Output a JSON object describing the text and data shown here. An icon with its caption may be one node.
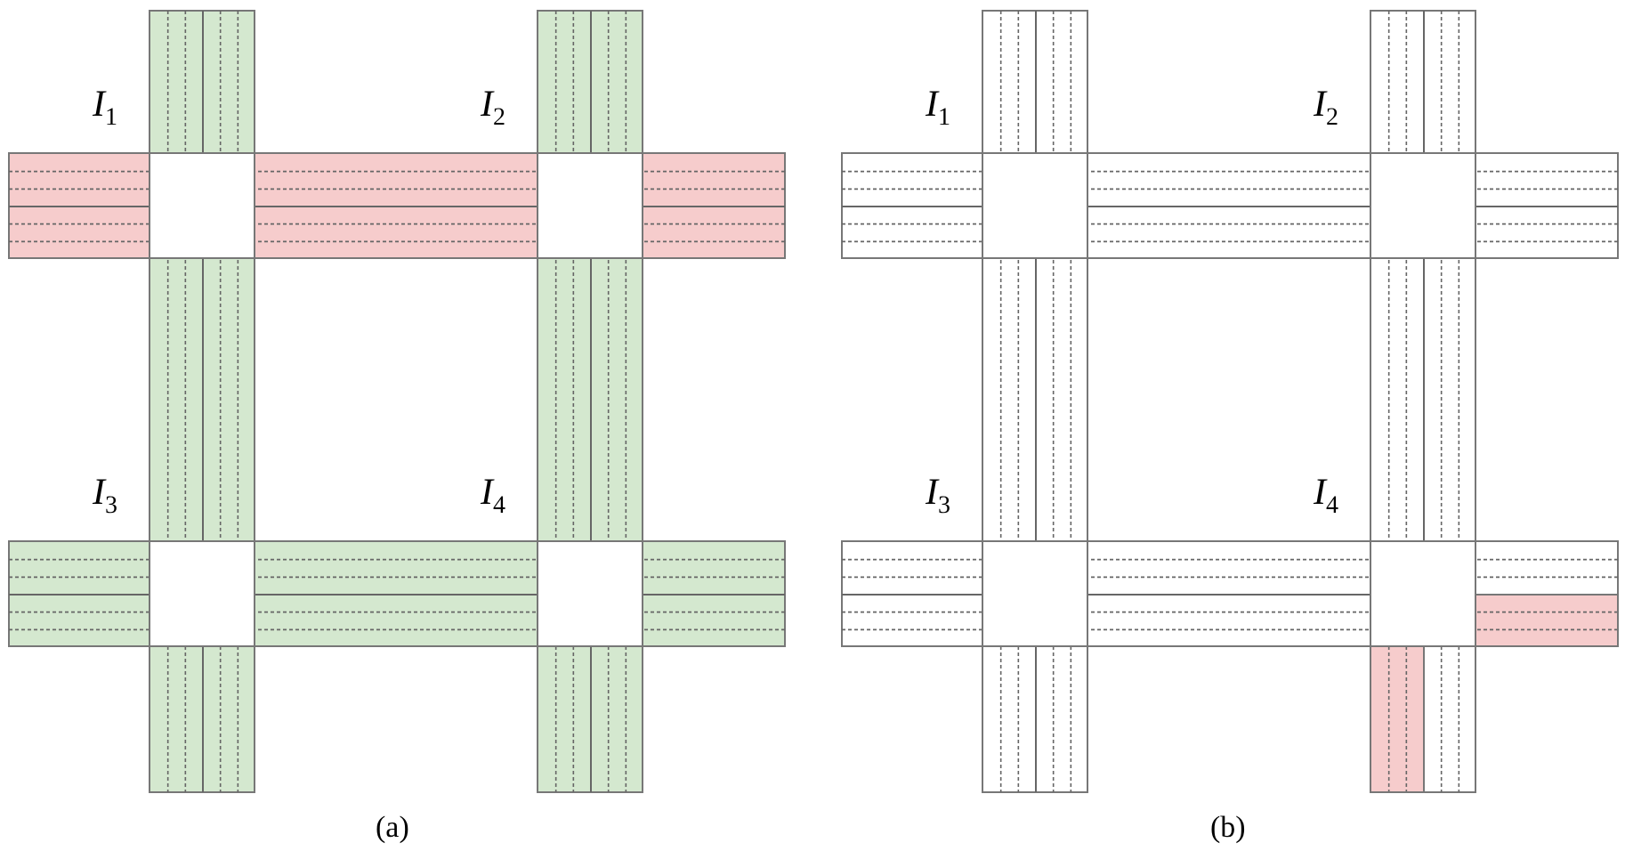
{
  "diagram": {
    "labels": [
      "*I*$_{1}$",
      "*I*$_{2}$",
      "*I*$_{3}$",
      "*I*$_{4}$",
      "(a)",
      "*I*$_{1}$",
      "*I*$_{2}$",
      "*I*$_{3}$",
      "*I*$_{4}$",
      "(b)"
    ]
  }
}
